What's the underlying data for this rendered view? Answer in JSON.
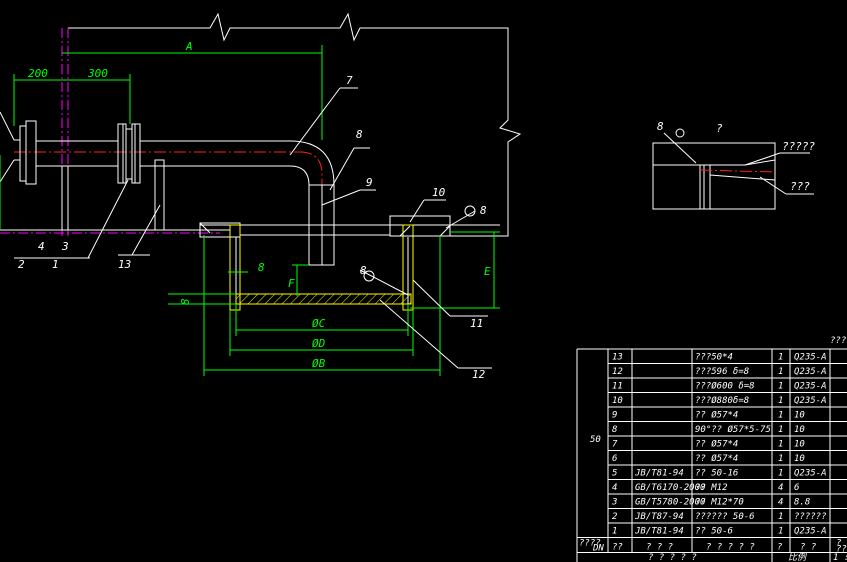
{
  "dimensions": {
    "A": "A",
    "d200": "200",
    "d300": "300",
    "E": "E",
    "F": "F",
    "d8": "8",
    "d8v": "8",
    "phiC": "ØC",
    "phiD": "ØD",
    "phiB": "ØB"
  },
  "balloons": [
    "1",
    "2",
    "3",
    "4",
    "7",
    "8",
    "9",
    "10",
    "11",
    "12",
    "13"
  ],
  "weld_symbol": "8",
  "weld_symbol_2": "8",
  "weld_symbol_3": "8",
  "detail_label": "?",
  "detail_note_1": "?????",
  "detail_note_2": "???",
  "title_block": {
    "corner_mark": "???",
    "group_label": "50",
    "rows": [
      {
        "no": "13",
        "std": "",
        "name": "???50*4",
        "qty": "1",
        "mat": "Q235-A"
      },
      {
        "no": "12",
        "std": "",
        "name": "???596 δ=8",
        "qty": "1",
        "mat": "Q235-A"
      },
      {
        "no": "11",
        "std": "",
        "name": "???Ø600  δ=8",
        "qty": "1",
        "mat": "Q235-A"
      },
      {
        "no": "10",
        "std": "",
        "name": "???Ø880δ=8",
        "qty": "1",
        "mat": "Q235-A"
      },
      {
        "no": "9",
        "std": "",
        "name": "??  Ø57*4",
        "qty": "1",
        "mat": "10"
      },
      {
        "no": "8",
        "std": "",
        "name": "90°??  Ø57*5-75",
        "qty": "1",
        "mat": "10"
      },
      {
        "no": "7",
        "std": "",
        "name": "??  Ø57*4",
        "qty": "1",
        "mat": "10"
      },
      {
        "no": "6",
        "std": "",
        "name": "??  Ø57*4",
        "qty": "1",
        "mat": "10"
      },
      {
        "no": "5",
        "std": "JB/T81-94",
        "name": "??  50-16",
        "qty": "1",
        "mat": "Q235-A"
      },
      {
        "no": "4",
        "std": "GB/T6170-2000",
        "name": "??  M12",
        "qty": "4",
        "mat": "6"
      },
      {
        "no": "3",
        "std": "GB/T5780-2000",
        "name": "?? M12*70",
        "qty": "4",
        "mat": "8.8"
      },
      {
        "no": "2",
        "std": "JB/T87-94",
        "name": "??????     50-6",
        "qty": "1",
        "mat": "??????"
      },
      {
        "no": "1",
        "std": "JB/T81-94",
        "name": "??  50-6",
        "qty": "1",
        "mat": "Q235-A"
      }
    ],
    "footer": {
      "dn_top": "????",
      "dn": "DN",
      "no": "??",
      "std": "? ? ?",
      "name": "? ? ? ? ?",
      "qty": "?",
      "mat": "? ?",
      "mark_top": "?",
      "mark_bottom": "??",
      "title": "? ? ? ? ?",
      "scale": "比例",
      "scale_value": "1 :"
    }
  }
}
